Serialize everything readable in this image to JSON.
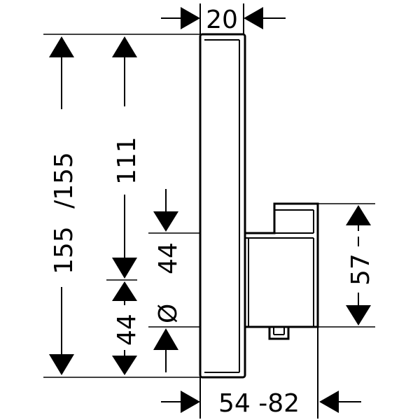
{
  "drawing": {
    "dim_top_width": "20",
    "dim_total_height": "155",
    "dim_total_height_alt": "/155",
    "dim_upper_height": "111",
    "dim_middle_height": "44",
    "dim_lower_height": "44",
    "dim_diameter_symbol": "Ø",
    "dim_right_height": "57",
    "dim_bottom_depth": "54 -82"
  },
  "colors": {
    "ink": "#000000",
    "paper": "#ffffff"
  }
}
